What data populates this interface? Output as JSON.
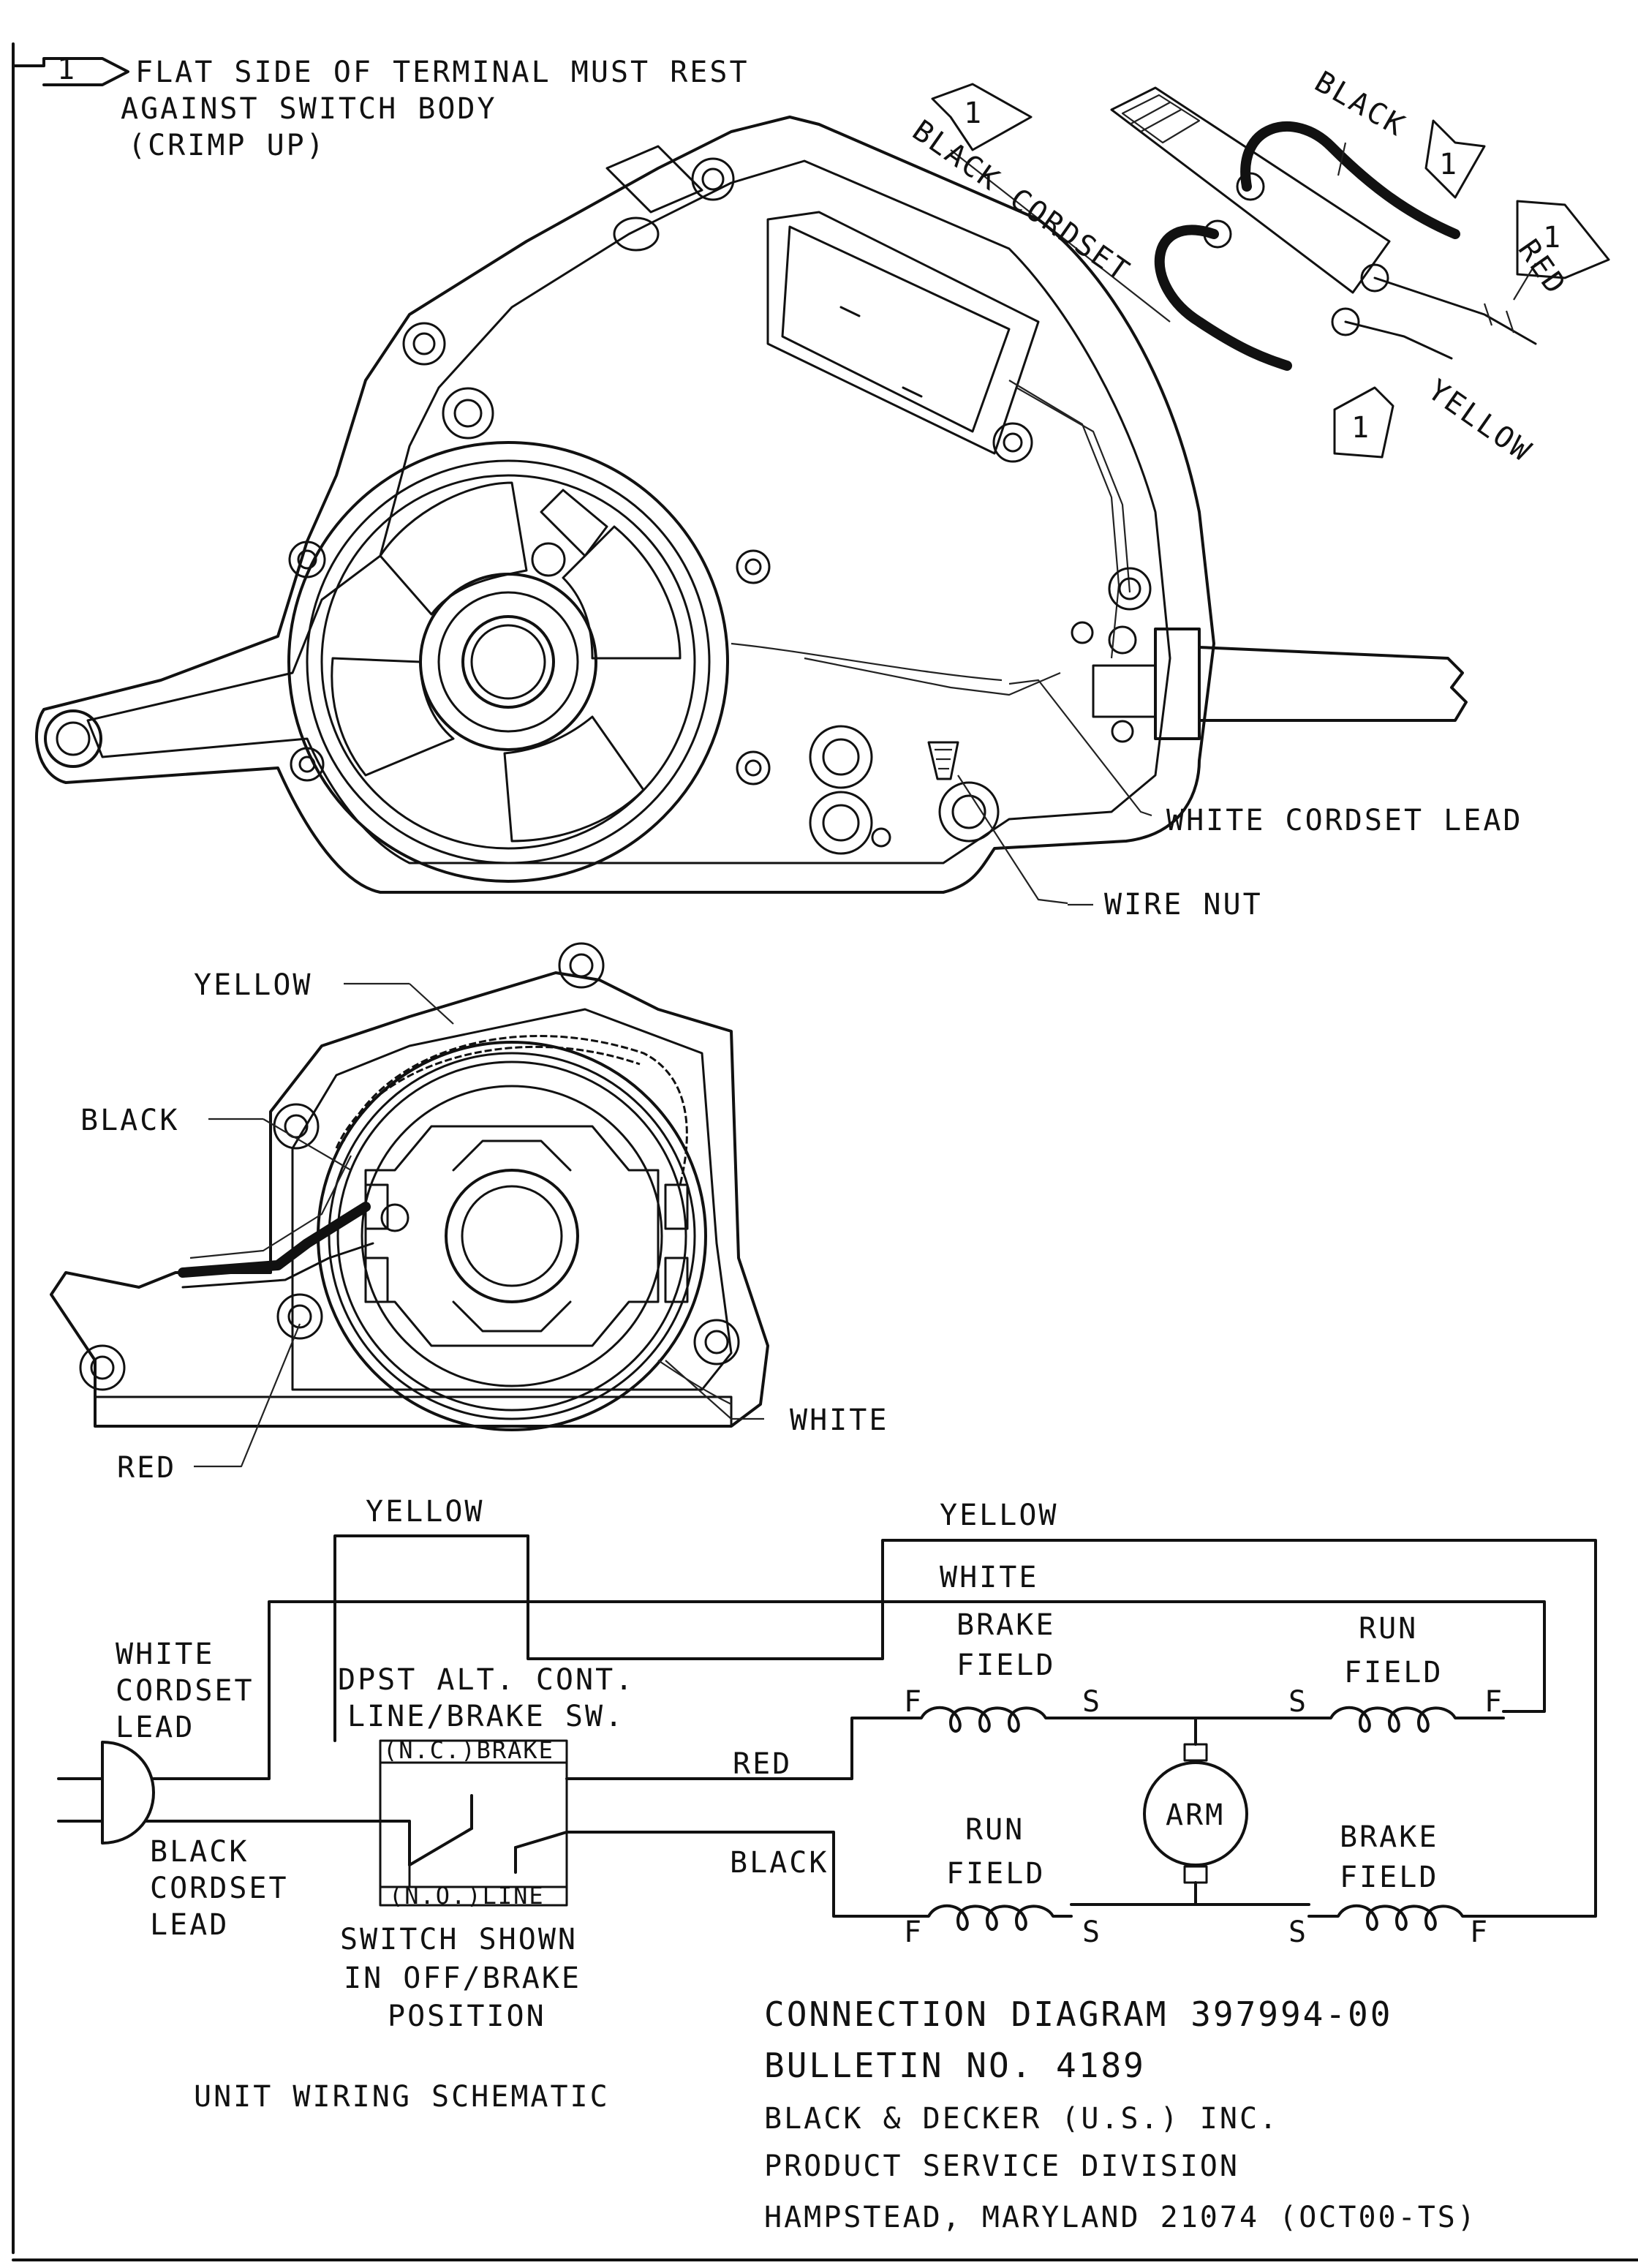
{
  "notes": {
    "number": "1",
    "line1": "FLAT SIDE OF TERMINAL MUST REST",
    "line2": "AGAINST SWITCH BODY",
    "line3": "(CRIMP UP)"
  },
  "switch_detail": {
    "note_flag": "1",
    "black": "BLACK",
    "black_cordset": "BLACK CORDSET",
    "red": "RED",
    "yellow": "YELLOW"
  },
  "housing_view": {
    "white_cordset_lead": "WHITE CORDSET LEAD",
    "wire_nut": "WIRE NUT"
  },
  "motor_view": {
    "yellow": "YELLOW",
    "black": "BLACK",
    "red": "RED",
    "white": "WHITE"
  },
  "schematic": {
    "yellow_left": "YELLOW",
    "yellow_right": "YELLOW",
    "white": "WHITE",
    "white_cordset_lead_1": "WHITE",
    "white_cordset_lead_2": "CORDSET",
    "white_cordset_lead_3": "LEAD",
    "black_cordset_lead_1": "BLACK",
    "black_cordset_lead_2": "CORDSET",
    "black_cordset_lead_3": "LEAD",
    "switch_title_1": "DPST ALT. CONT.",
    "switch_title_2": "LINE/BRAKE SW.",
    "nc_brake": "(N.C.)BRAKE",
    "no_line": "(N.O.)LINE",
    "red": "RED",
    "black": "BLACK",
    "brake_field_top_1": "BRAKE",
    "brake_field_top_2": "FIELD",
    "run_field_top_1": "RUN",
    "run_field_top_2": "FIELD",
    "run_field_bottom_1": "RUN",
    "run_field_bottom_2": "FIELD",
    "brake_field_bottom_1": "BRAKE",
    "brake_field_bottom_2": "FIELD",
    "arm": "ARM",
    "f": "F",
    "s": "S",
    "switch_shown_1": "SWITCH SHOWN",
    "switch_shown_2": "IN OFF/BRAKE",
    "switch_shown_3": "POSITION",
    "unit_wiring_schematic": "UNIT WIRING SCHEMATIC"
  },
  "title_block": {
    "line1": "CONNECTION DIAGRAM 397994-00",
    "line2": "BULLETIN NO. 4189",
    "line3": "BLACK & DECKER (U.S.) INC.",
    "line4": "PRODUCT SERVICE DIVISION",
    "line5": "HAMPSTEAD, MARYLAND 21074 (OCT00-TS)"
  }
}
